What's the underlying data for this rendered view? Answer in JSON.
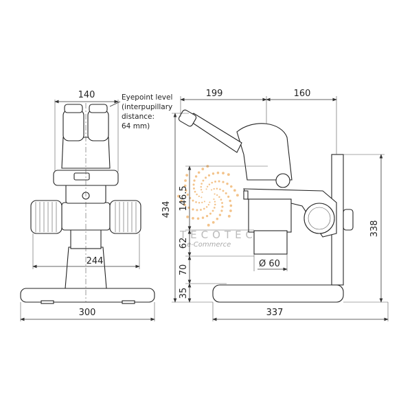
{
  "front_view": {
    "dimensions": {
      "width_eyepieces": "140",
      "width_knobs": "244",
      "width_base": "300"
    },
    "note_lines": [
      "Eyepoint level",
      "(interpupillary",
      "distance:",
      "64 mm)"
    ]
  },
  "side_view": {
    "dimensions": {
      "depth_front": "199",
      "depth_rear": "160",
      "total_height": "434",
      "height_head": "146.5",
      "height_zoom": "62",
      "height_working": "70",
      "height_base": "35",
      "objective_diameter": "Ø 60",
      "pillar_height": "338",
      "base_depth": "337"
    }
  },
  "watermark": {
    "brand": "TECOTEC",
    "sub": "e-Commerce",
    "color": "#f0b46e"
  }
}
